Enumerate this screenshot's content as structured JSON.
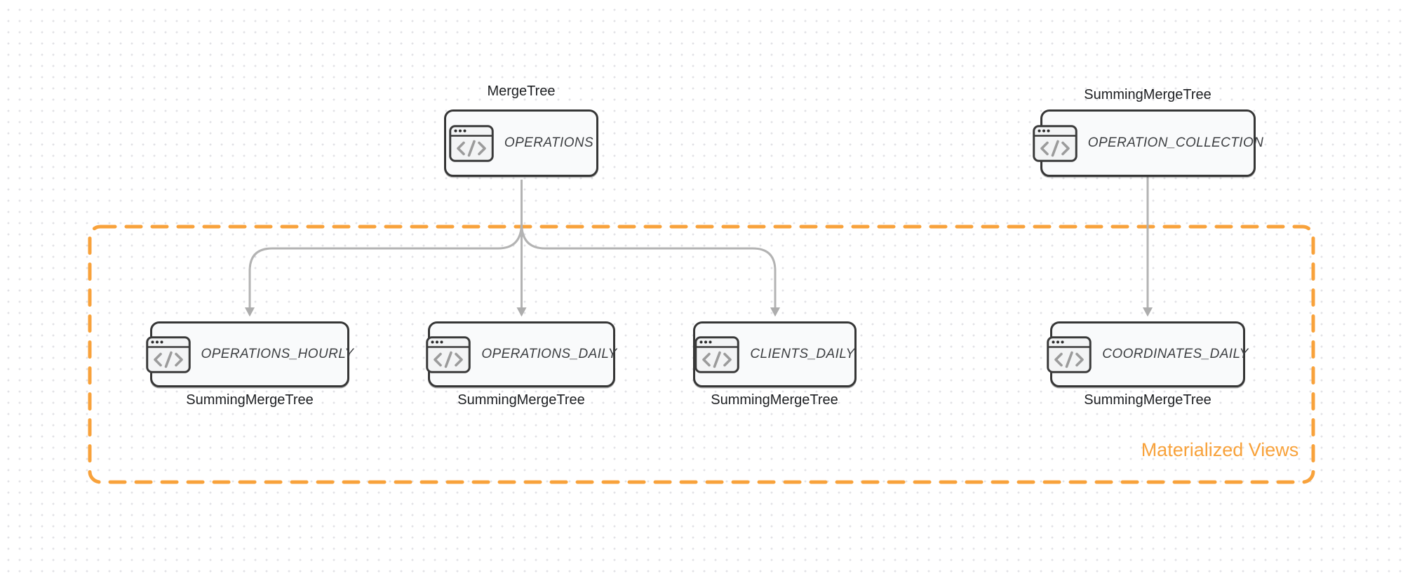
{
  "palette": {
    "background": "#ffffff",
    "grid_dot": "#e2e2e6",
    "node_border": "#363636",
    "node_fill": "#f9fafb",
    "node_text": "#3d3f42",
    "engine_text": "#1c1e21",
    "arrow": "#b3b3b3",
    "accent_orange": "#f8a23b"
  },
  "nodes": [
    {
      "id": "operations",
      "label": "OPERATIONS",
      "engine": "MergeTree",
      "engine_position": "above",
      "icon": "code-window-icon"
    },
    {
      "id": "operation_collection",
      "label": "OPERATION_COLLECTION",
      "engine": "SummingMergeTree",
      "engine_position": "above",
      "icon": "code-window-icon"
    },
    {
      "id": "operations_hourly",
      "label": "OPERATIONS_HOURLY",
      "engine": "SummingMergeTree",
      "engine_position": "below",
      "icon": "code-window-icon"
    },
    {
      "id": "operations_daily",
      "label": "OPERATIONS_DAILY",
      "engine": "SummingMergeTree",
      "engine_position": "below",
      "icon": "code-window-icon"
    },
    {
      "id": "clients_daily",
      "label": "CLIENTS_DAILY",
      "engine": "SummingMergeTree",
      "engine_position": "below",
      "icon": "code-window-icon"
    },
    {
      "id": "coordinates_daily",
      "label": "COORDINATES_DAILY",
      "engine": "SummingMergeTree",
      "engine_position": "below",
      "icon": "code-window-icon"
    }
  ],
  "edges": [
    {
      "from": "operations",
      "to": "operations_hourly"
    },
    {
      "from": "operations",
      "to": "operations_daily"
    },
    {
      "from": "operations",
      "to": "clients_daily"
    },
    {
      "from": "operation_collection",
      "to": "coordinates_daily"
    }
  ],
  "group": {
    "label": "Materialized Views",
    "style": "dashed-orange",
    "contains": [
      "operations_hourly",
      "operations_daily",
      "clients_daily",
      "coordinates_daily"
    ]
  }
}
